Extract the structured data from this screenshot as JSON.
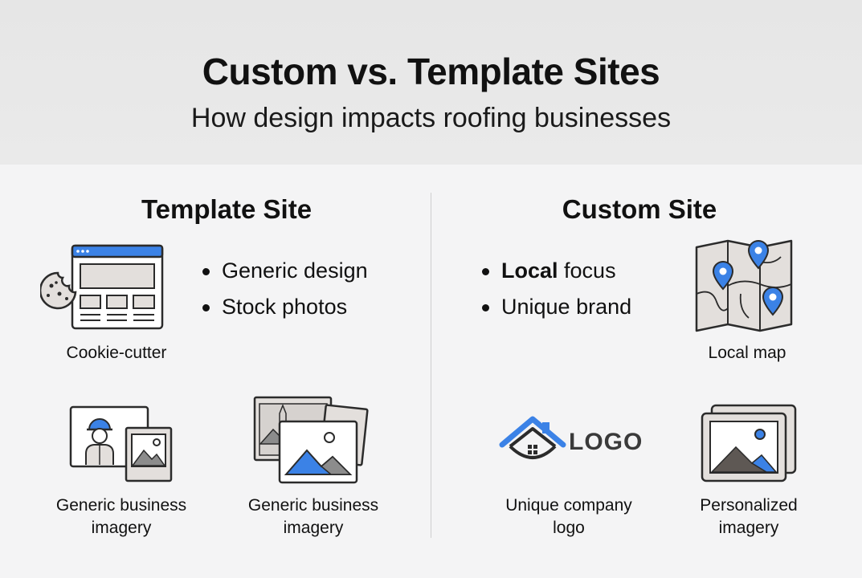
{
  "header": {
    "title": "Custom vs. Template Sites",
    "subtitle": "How design impacts roofing businesses"
  },
  "template": {
    "heading": "Template Site",
    "bullets": [
      "Generic design",
      "Stock photos"
    ],
    "icon_caption": "Cookie-cutter",
    "image_cards": [
      {
        "caption_line1": "Generic business",
        "caption_line2": "imagery"
      },
      {
        "caption_line1": "Generic business",
        "caption_line2": "imagery"
      }
    ]
  },
  "custom": {
    "heading": "Custom Site",
    "bullets": [
      {
        "bold": "Local",
        "rest": " focus"
      },
      {
        "bold": "",
        "rest": "Unique brand"
      }
    ],
    "icon_caption": "Local map",
    "logo_text": "LOGO",
    "image_cards": [
      {
        "caption_line1": "Unique company",
        "caption_line2": "logo"
      },
      {
        "caption_line1": "Personalized",
        "caption_line2": "imagery"
      }
    ]
  },
  "colors": {
    "accent": "#3b82e6",
    "outline": "#2b2b2b",
    "fill": "#e3dfdc"
  }
}
